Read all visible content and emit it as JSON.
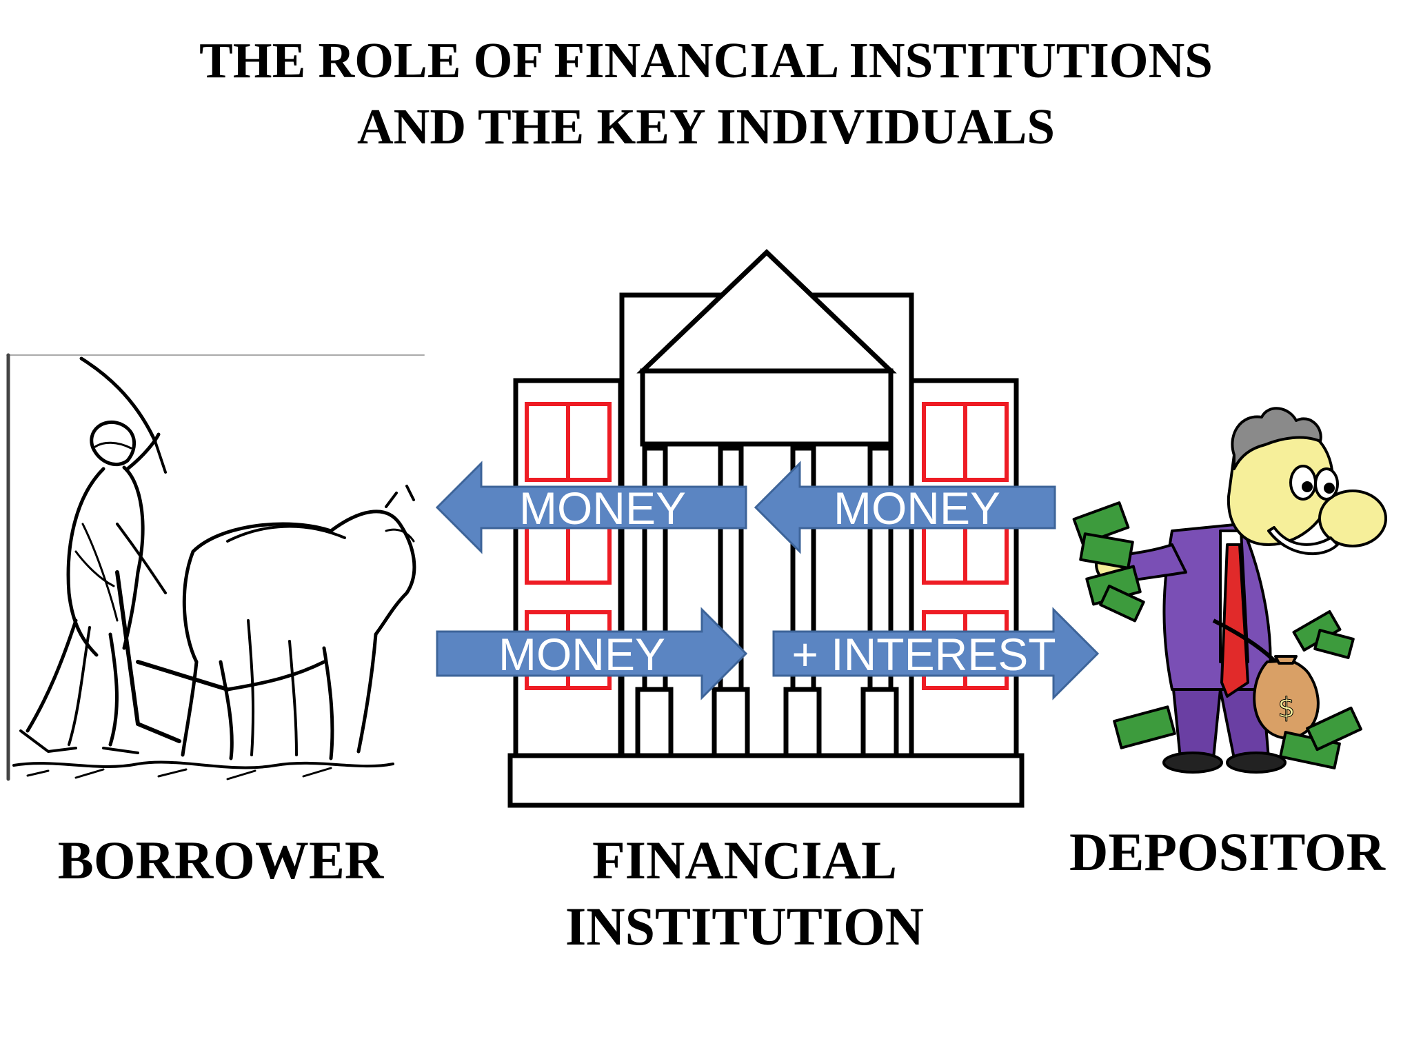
{
  "title": {
    "line1": "THE ROLE OF FINANCIAL INSTITUTIONS",
    "line2": "AND THE KEY INDIVIDUALS"
  },
  "labels": {
    "borrower": "BORROWER",
    "fi_line1": "FINANCIAL",
    "fi_line2": "INSTITUTION",
    "depositor": "DEPOSITOR"
  },
  "arrows": {
    "top_left": "MONEY",
    "top_right": "MONEY",
    "bottom_left": "MONEY",
    "bottom_right": "+ INTEREST"
  },
  "colors": {
    "arrow_fill": "#5b85c2",
    "arrow_stroke": "#3d6499",
    "window_red": "#ee1c24",
    "depositor_suit": "#7a4fb5",
    "depositor_skin": "#f6ef9a",
    "money_green": "#3d9b3d"
  }
}
